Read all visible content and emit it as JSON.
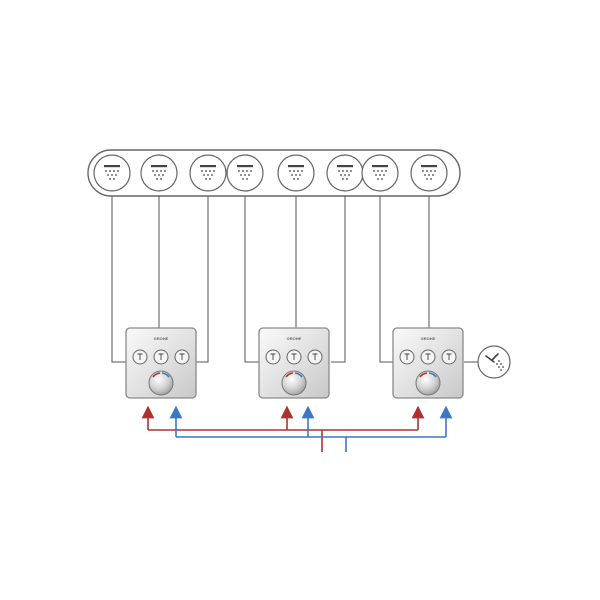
{
  "diagram": {
    "brand_text": "GROHE",
    "colors": {
      "hot": "#b03030",
      "cold": "#3a78c4",
      "line": "#555555",
      "panel_border": "#8a8a8a"
    },
    "shower_heads": [
      {
        "name": "shower-head-1",
        "icon": "rain-shower-icon"
      },
      {
        "name": "shower-head-2",
        "icon": "rain-shower-icon"
      },
      {
        "name": "shower-head-3",
        "icon": "rain-shower-icon"
      },
      {
        "name": "shower-head-4",
        "icon": "rain-shower-icon"
      },
      {
        "name": "shower-head-5",
        "icon": "rain-shower-icon"
      },
      {
        "name": "shower-head-6",
        "icon": "rain-shower-icon"
      },
      {
        "name": "shower-head-7",
        "icon": "rain-shower-icon"
      },
      {
        "name": "shower-head-8",
        "icon": "rain-shower-icon"
      }
    ],
    "valves": [
      {
        "name": "valve-1",
        "buttons": [
          "shower-icon",
          "waterfall-icon",
          "shower-icon"
        ]
      },
      {
        "name": "valve-2",
        "buttons": [
          "faucet-icon",
          "shower-icon",
          "jet-icon"
        ]
      },
      {
        "name": "valve-3",
        "buttons": [
          "shower-icon",
          "body-jet-icon",
          "hand-shower-icon"
        ]
      }
    ],
    "hand_shower_icon": "hand-shower-icon"
  }
}
